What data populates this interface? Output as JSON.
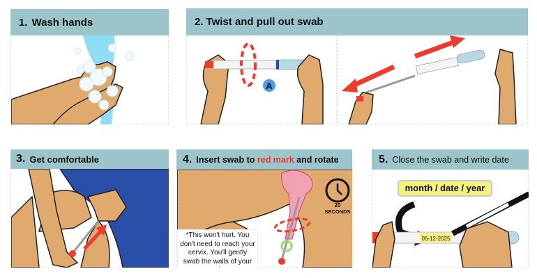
{
  "steps": [
    {
      "number": "1.",
      "title": "Wash hands"
    },
    {
      "number": "2.",
      "title": "Twist and pull out swab",
      "marker": "A"
    },
    {
      "number": "3.",
      "title": "Get comfortable"
    },
    {
      "number": "4.",
      "title_before": "Insert swab to ",
      "title_highlight": "red mark",
      "title_after": " and rotate",
      "timer": {
        "value": "20",
        "unit": "SECONDS"
      },
      "note": "*This won't hurt. You don't need to reach your cervix. You'll gently swab the walls of your vagina"
    },
    {
      "number": "5.",
      "title": "Close the swab and write date",
      "date_format_label": "month / date / year",
      "date_value": "05-12-2025"
    }
  ],
  "colors": {
    "header_bg": "#9bc5cb",
    "skin": "#e0a96d",
    "accent_red": "#f03a2e",
    "clothing_blue": "#2a4fa8",
    "water": "#8fdcf5",
    "marker_blue": "#4a9be8",
    "label_yellow": "#f8f27a",
    "highlight_green": "#8ee06a"
  }
}
